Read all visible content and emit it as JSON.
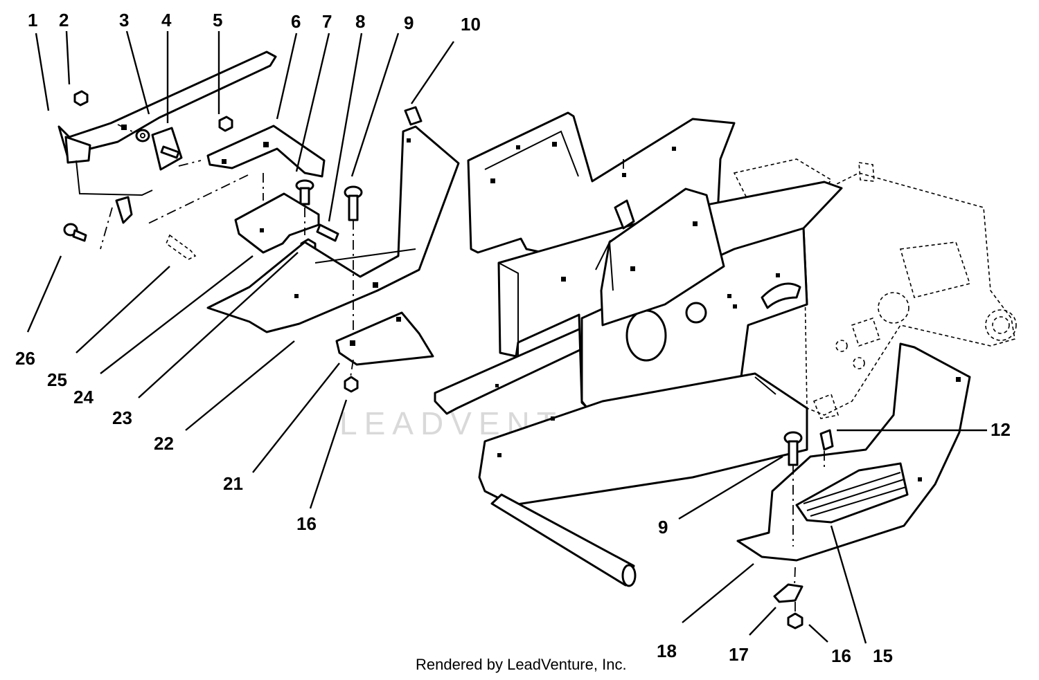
{
  "watermark": "LEADVENTURE",
  "footer": "Rendered by LeadVenture, Inc.",
  "callouts": {
    "c1": "1",
    "c2": "2",
    "c3": "3",
    "c4": "4",
    "c5": "5",
    "c6": "6",
    "c7": "7",
    "c8": "8",
    "c9a": "9",
    "c10": "10",
    "c26": "26",
    "c25": "25",
    "c24": "24",
    "c23": "23",
    "c22": "22",
    "c21": "21",
    "c16a": "16",
    "c12": "12",
    "c9b": "9",
    "c18": "18",
    "c17": "17",
    "c16b": "16",
    "c15": "15"
  }
}
